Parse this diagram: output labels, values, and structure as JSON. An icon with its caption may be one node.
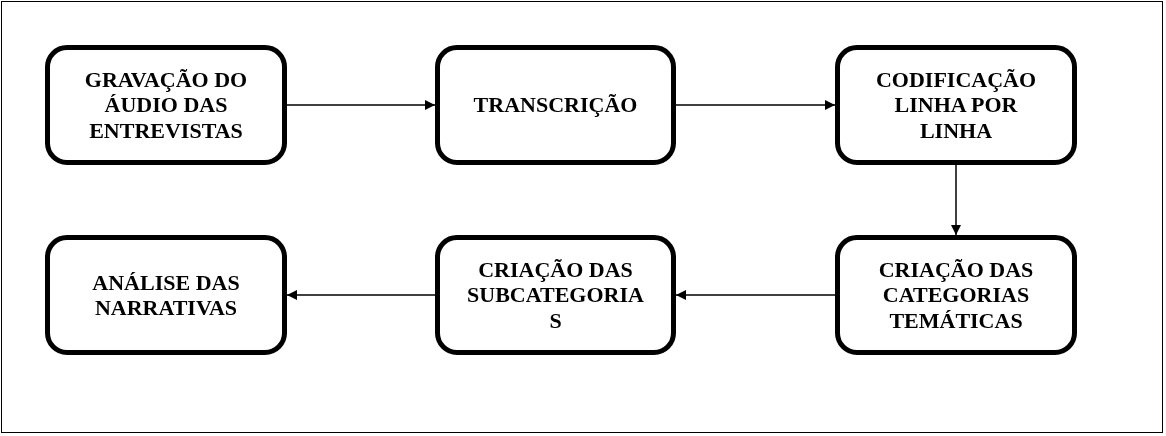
{
  "diagram": {
    "nodes": [
      {
        "text": [
          "GRAVAÇÃO DO ÁUDIO DAS ENTREVISTAS"
        ]
      },
      {
        "text": [
          "TRANSCRIÇÃO"
        ]
      },
      {
        "text": [
          "CODIFICAÇÃO LINHA POR LINHA"
        ]
      },
      {
        "text": [
          "CRIAÇÃO DAS CATEGORIAS TEMÁTICAS"
        ]
      },
      {
        "text": [
          "CRIAÇÃO DAS SUBCATEGORIAS"
        ]
      },
      {
        "text": [
          "ANÁLISE DAS NARRATIVAS"
        ]
      }
    ],
    "edges": [
      {
        "from": 0,
        "to": 1,
        "arrow": "to"
      },
      {
        "from": 1,
        "to": 2,
        "arrow": "to"
      },
      {
        "from": 2,
        "to": 3,
        "arrow": "to"
      },
      {
        "from": 3,
        "to": 4,
        "arrow": "to"
      },
      {
        "from": 4,
        "to": 5,
        "arrow": "to"
      }
    ]
  }
}
